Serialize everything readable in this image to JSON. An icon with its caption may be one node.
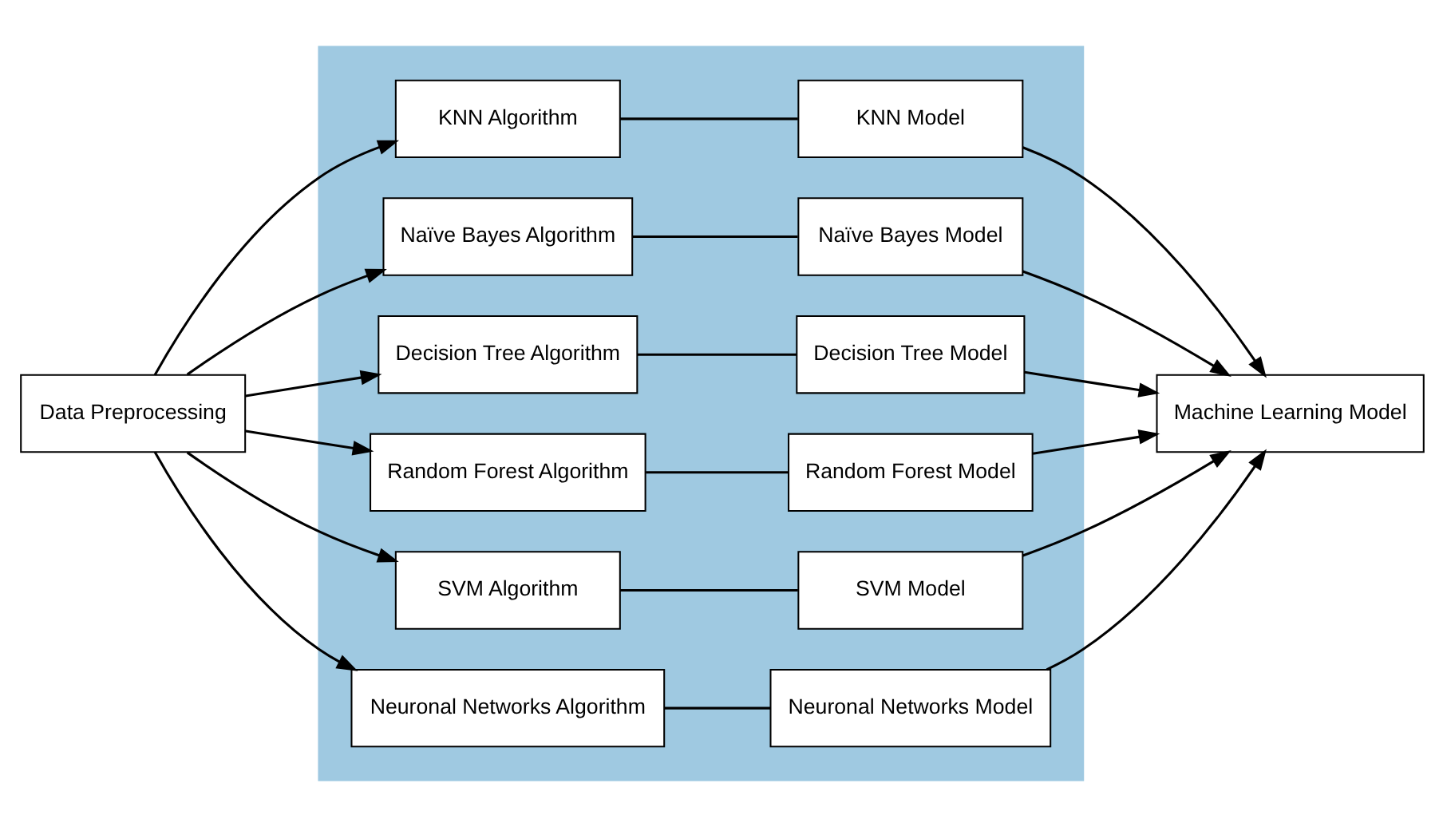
{
  "diagram": {
    "nodes": [
      {
        "text": [
          "Data Preprocessing"
        ]
      },
      {
        "text": [],
        "shape": "box"
      },
      {
        "text": [
          "KNN Algorithm"
        ],
        "in": 1
      },
      {
        "text": [
          "KNN Model"
        ],
        "in": 1
      },
      {
        "text": [
          "Naïve Bayes Algorithm"
        ],
        "in": 1
      },
      {
        "text": [
          "Naïve Bayes Model"
        ],
        "in": 1
      },
      {
        "text": [
          "Decision Tree Algorithm"
        ],
        "in": 1
      },
      {
        "text": [
          "Decision Tree Model"
        ],
        "in": 1
      },
      {
        "text": [
          "Random Forest Algorithm"
        ],
        "in": 1
      },
      {
        "text": [
          "Random Forest Model"
        ],
        "in": 1
      },
      {
        "text": [
          "SVM Algorithm"
        ],
        "in": 1
      },
      {
        "text": [
          "SVM Model"
        ],
        "in": 1
      },
      {
        "text": [
          "Neuronal Networks Algorithm"
        ],
        "in": 1
      },
      {
        "text": [
          "Neuronal Networks Model"
        ],
        "in": 1
      },
      {
        "text": [
          "Machine Learning Model"
        ]
      }
    ],
    "edges": [
      {
        "from": 0,
        "to": 2,
        "arrow": "to"
      },
      {
        "from": 0,
        "to": 4,
        "arrow": "to"
      },
      {
        "from": 0,
        "to": 6,
        "arrow": "to"
      },
      {
        "from": 0,
        "to": 8,
        "arrow": "to"
      },
      {
        "from": 0,
        "to": 10,
        "arrow": "to"
      },
      {
        "from": 0,
        "to": 12,
        "arrow": "to"
      },
      {
        "from": 2,
        "to": 3,
        "arrow": "none"
      },
      {
        "from": 4,
        "to": 5,
        "arrow": "none"
      },
      {
        "from": 6,
        "to": 7,
        "arrow": "none"
      },
      {
        "from": 8,
        "to": 9,
        "arrow": "none"
      },
      {
        "from": 10,
        "to": 11,
        "arrow": "none"
      },
      {
        "from": 12,
        "to": 13,
        "arrow": "none"
      },
      {
        "from": 3,
        "to": 14,
        "arrow": "to"
      },
      {
        "from": 5,
        "to": 14,
        "arrow": "to"
      },
      {
        "from": 7,
        "to": 14,
        "arrow": "to"
      },
      {
        "from": 9,
        "to": 14,
        "arrow": "to"
      },
      {
        "from": 11,
        "to": 14,
        "arrow": "to"
      },
      {
        "from": 13,
        "to": 14,
        "arrow": "to"
      }
    ]
  }
}
